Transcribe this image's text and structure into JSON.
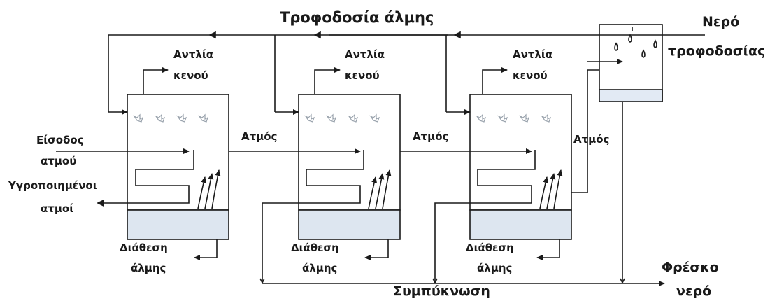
{
  "labels": {
    "feed_brine": "Τροφοδοσία άλμης",
    "feed_water_l1": "Νερό",
    "feed_water_l2": "τροφοδοσίας",
    "vacuum_pump_l1": "Αντλία",
    "vacuum_pump_l2": "κενού",
    "steam": "Ατμός",
    "steam_inlet_l1": "Είσοδος",
    "steam_inlet_l2": "ατμού",
    "condensed_l1": "Υγροποιημένοι",
    "condensed_l2": "ατμοί",
    "brine_disposal_l1": "Διάθεση",
    "brine_disposal_l2": "άλμης",
    "fresh_water_l1": "Φρέσκο",
    "fresh_water_l2": "νερό",
    "condensation": "Συμπύκνωση"
  },
  "colors": {
    "line": "#1a1a1a",
    "brine_fill": "#dde6f0",
    "tank_fill": "#e2eaf4",
    "spray": "#9aa3ad"
  }
}
